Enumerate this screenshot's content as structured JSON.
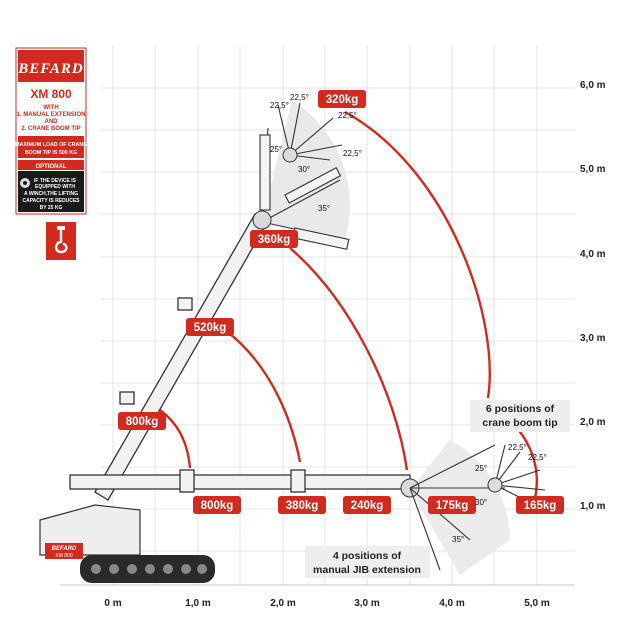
{
  "brand": {
    "logo": "BEFARD",
    "model": "XM 800",
    "subtitle_lines": [
      "WITH",
      "1. MANUAL EXTENSION",
      "AND",
      "2. CRANE BOOM TIP"
    ],
    "max_load_lines": [
      "MAXIMUM LOAD OF CRANE",
      "BOOM TIP IS 500 KG"
    ],
    "optional_label": "OPTIONAL",
    "winch_note_lines": [
      "IF THE DEVICE IS",
      "EQUIPPED WITH",
      "A WINCH,THE LIFTING",
      "CAPACITY IS REDUCES",
      "BY 25 KG"
    ],
    "hook_icon": "crane-hook-icon",
    "winch_icon": "winch-icon",
    "machine_label_brand": "BEFARD",
    "machine_label_model": "XM 800"
  },
  "axes": {
    "x_ticks": [
      "0 m",
      "1,0 m",
      "2,0 m",
      "3,0 m",
      "4,0 m",
      "5,0 m"
    ],
    "y_ticks": [
      "1,0 m",
      "2,0 m",
      "3,0 m",
      "4,0 m",
      "5,0 m",
      "6,0 m"
    ],
    "grid": true
  },
  "loads": {
    "top_tip": "320kg",
    "mid_top": "360kg",
    "boom_mid": "520kg",
    "boom_low": "800kg",
    "horiz_1": "800kg",
    "horiz_2": "380kg",
    "horiz_3": "240kg",
    "horiz_4": "175kg",
    "horiz_5": "165kg"
  },
  "angles": {
    "top_a": "22,5°",
    "top_b": "22,5°",
    "top_c": "22,5°",
    "top_d": "22,5°",
    "top_25": "25°",
    "top_30": "30°",
    "top_35": "35°",
    "right_a": "22,5°",
    "right_b": "22,5°",
    "right_25": "25°",
    "right_30": "30°",
    "right_35": "35°"
  },
  "notes": {
    "boom_tip_lines": [
      "6 positions of",
      "crane boom tip"
    ],
    "jib_lines": [
      "4 positions of",
      "manual JIB extension"
    ]
  },
  "colors": {
    "accent": "#d32a1f",
    "grid": "#dcdcdc",
    "text": "#222222",
    "panel_border": "#d32a1f"
  }
}
